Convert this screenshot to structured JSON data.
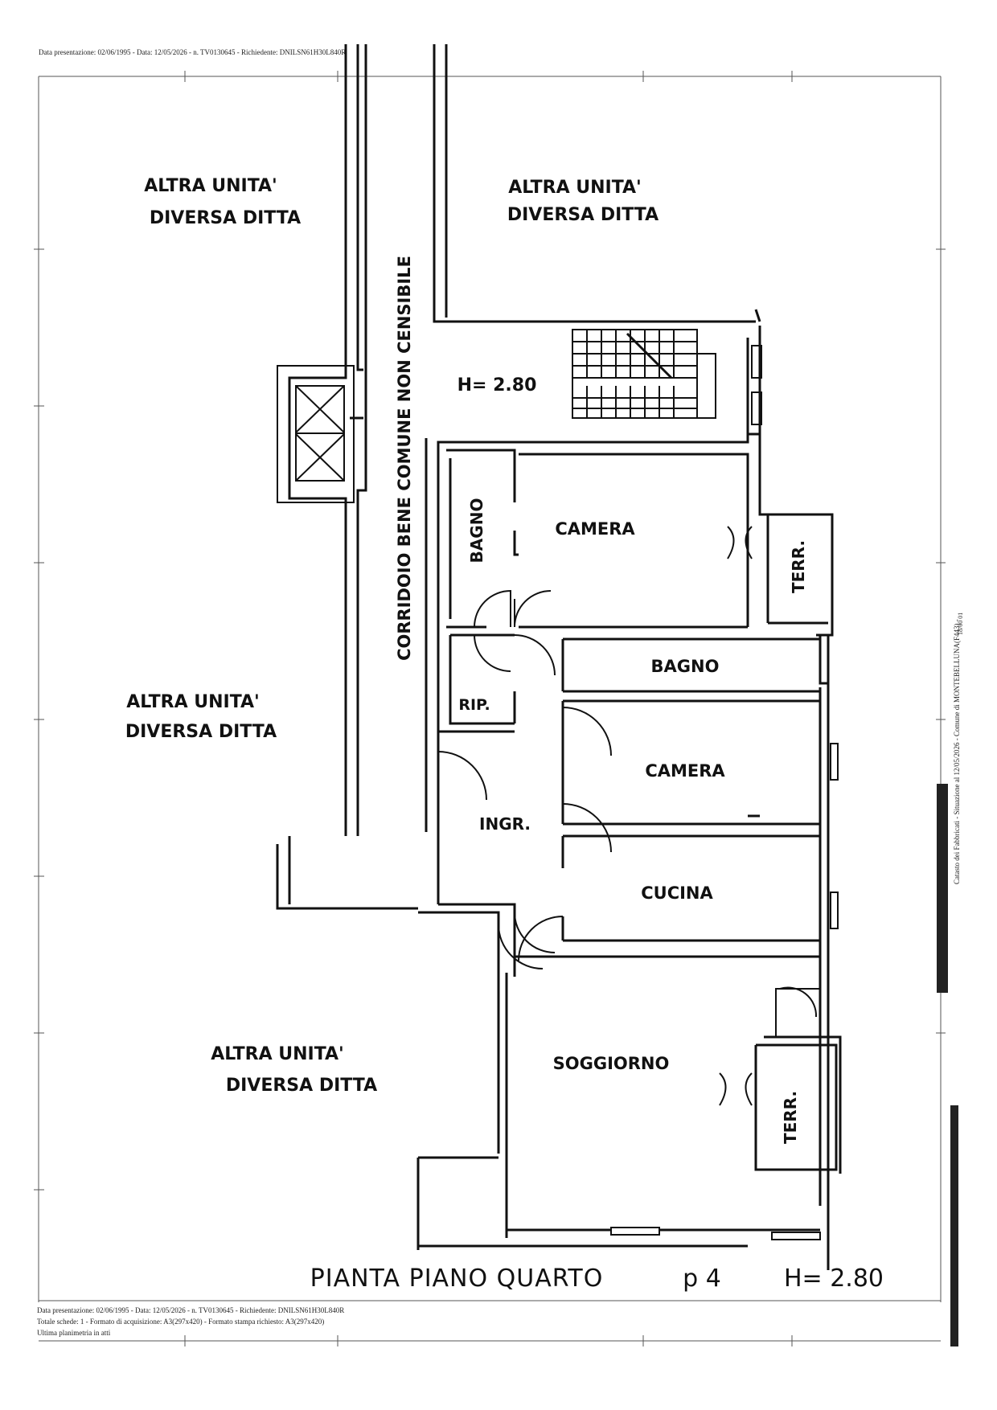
{
  "header": {
    "top_line": "Data presentazione: 02/06/1995 - Data: 12/05/2026 - n. TV0130645 - Richiedente: DNILSN61H30L840R",
    "bottom_line1": "Data presentazione: 02/06/1995 - Data: 12/05/2026 - n. TV0130645 - Richiedente: DNILSN61H30L840R",
    "bottom_line2": "Totale schede: 1 - Formato di acquisizione: A3(297x420) - Formato stampa richiesto: A3(297x420)",
    "bottom_line3": "Ultima planimetria in atti"
  },
  "side_text": "Catasto dei Fabbricati - Situazione al 12/05/2026 - Comune di MONTEBELLUNA(F443) -",
  "side_small": "18/00 01",
  "plan": {
    "others": {
      "top_left": [
        "ALTRA UNITA'",
        "DIVERSA DITTA"
      ],
      "top_right": [
        "ALTRA UNITA'",
        "DIVERSA DITTA"
      ],
      "mid_left": [
        "ALTRA UNITA'",
        "DIVERSA DITTA"
      ],
      "bottom_left": [
        "ALTRA UNITA'",
        "DIVERSA DITTA"
      ]
    },
    "corridor": "CORRIDOIO  BENE  COMUNE  NON  CENSIBILE",
    "height_stair": "H= 2.80",
    "rooms": {
      "bagno_small": "BAGNO",
      "camera_top": "CAMERA",
      "terr_top": "TERR.",
      "bagno": "BAGNO",
      "rip": "RIP.",
      "camera": "CAMERA",
      "ingr": "INGR.",
      "cucina": "CUCINA",
      "soggiorno": "SOGGIORNO",
      "terr_bottom": "TERR."
    },
    "title": "PIANTA PIANO QUARTO",
    "floor": "p 4",
    "height": "H= 2.80"
  }
}
